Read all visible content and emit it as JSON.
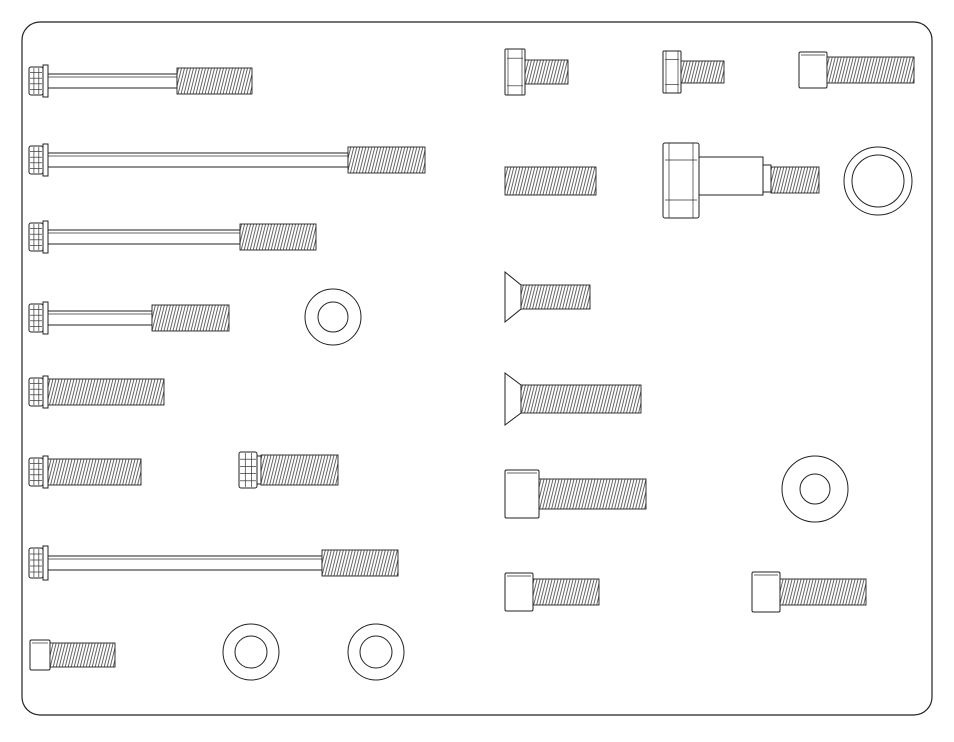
{
  "sheet": {
    "stroke_color": "#222222",
    "fill_color": "#ffffff"
  },
  "parts": [
    {
      "id": "p1",
      "kind": "12pt-flange-bolt",
      "icon": "twelve-point-flange-bolt-icon"
    },
    {
      "id": "p2",
      "kind": "12pt-flange-bolt",
      "icon": "twelve-point-flange-bolt-icon"
    },
    {
      "id": "p3",
      "kind": "12pt-flange-bolt",
      "icon": "twelve-point-flange-bolt-icon"
    },
    {
      "id": "p4",
      "kind": "12pt-flange-bolt",
      "icon": "twelve-point-flange-bolt-icon"
    },
    {
      "id": "p5",
      "kind": "washer",
      "icon": "washer-icon"
    },
    {
      "id": "p6",
      "kind": "12pt-flange-bolt",
      "icon": "twelve-point-flange-bolt-icon"
    },
    {
      "id": "p7",
      "kind": "12pt-flange-bolt",
      "icon": "twelve-point-flange-bolt-icon"
    },
    {
      "id": "p8",
      "kind": "12pt-bolt",
      "icon": "twelve-point-bolt-icon"
    },
    {
      "id": "p9",
      "kind": "12pt-flange-bolt",
      "icon": "twelve-point-flange-bolt-icon"
    },
    {
      "id": "p10",
      "kind": "socket-cap-screw",
      "icon": "socket-cap-screw-icon"
    },
    {
      "id": "p11",
      "kind": "washer",
      "icon": "washer-icon"
    },
    {
      "id": "p12",
      "kind": "washer",
      "icon": "washer-icon"
    },
    {
      "id": "p13",
      "kind": "hex-bolt",
      "icon": "hex-bolt-icon"
    },
    {
      "id": "p14",
      "kind": "hex-bolt",
      "icon": "hex-bolt-icon"
    },
    {
      "id": "p15",
      "kind": "socket-cap-screw",
      "icon": "socket-cap-screw-icon"
    },
    {
      "id": "p16",
      "kind": "set-screw",
      "icon": "threaded-stud-icon"
    },
    {
      "id": "p17",
      "kind": "shoulder-bolt",
      "icon": "hex-shoulder-bolt-icon"
    },
    {
      "id": "p18",
      "kind": "washer",
      "icon": "washer-icon"
    },
    {
      "id": "p19",
      "kind": "flat-head-screw",
      "icon": "countersunk-screw-icon"
    },
    {
      "id": "p20",
      "kind": "flat-head-screw",
      "icon": "countersunk-screw-icon"
    },
    {
      "id": "p21",
      "kind": "socket-cap-screw",
      "icon": "socket-cap-screw-icon"
    },
    {
      "id": "p22",
      "kind": "washer",
      "icon": "washer-icon"
    },
    {
      "id": "p23",
      "kind": "socket-cap-screw",
      "icon": "socket-cap-screw-icon"
    },
    {
      "id": "p24",
      "kind": "socket-cap-screw",
      "icon": "socket-cap-screw-icon"
    }
  ]
}
